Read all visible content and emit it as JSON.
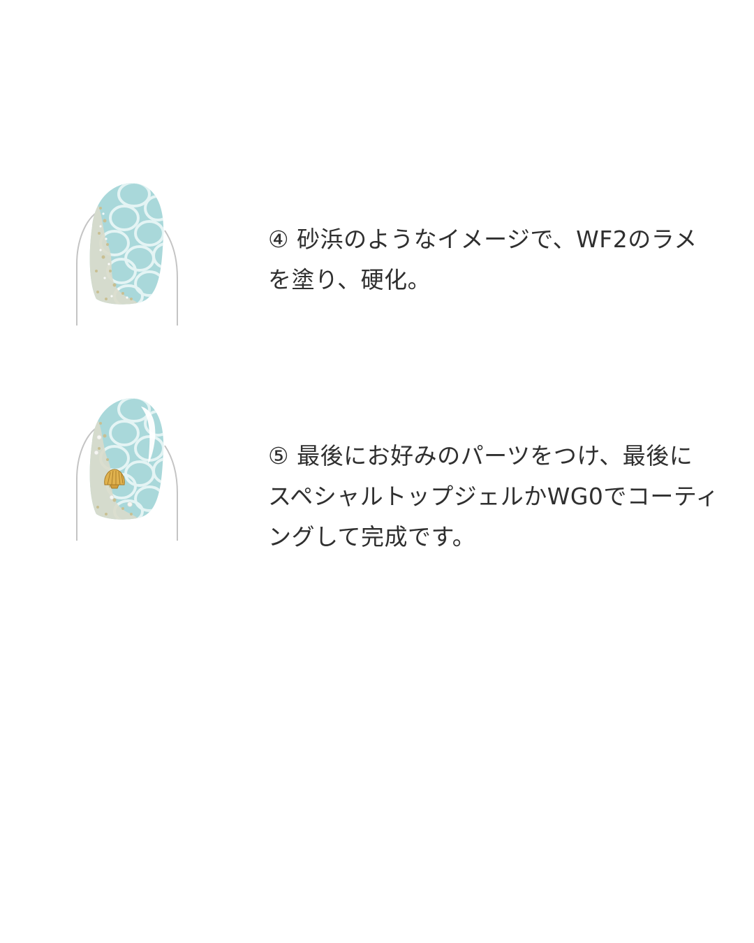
{
  "steps": [
    {
      "marker": "④",
      "lines": [
        "砂浜のようなイメージで、WF2のラメ",
        "を塗り、硬化。"
      ]
    },
    {
      "marker": "⑤",
      "lines": [
        "最後にお好みのパーツをつけ、最後に",
        "スペシャルトップジェルかWG0でコーティ",
        "ングして完成です。"
      ]
    }
  ],
  "colors": {
    "background": "#ffffff",
    "nail_base": "#a9d8da",
    "cell_lines": "#e4f4f4",
    "glitter": "#d8d2b4",
    "finger_outline": "#c4c4c4",
    "shell": "#e0b24e",
    "text": "#2f2f2f"
  }
}
